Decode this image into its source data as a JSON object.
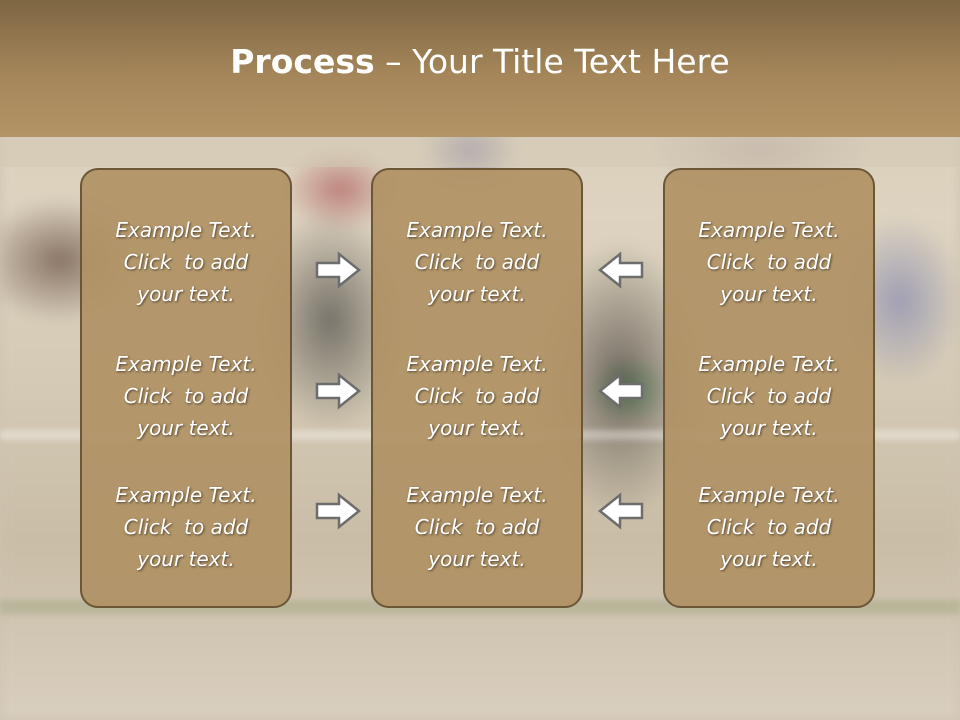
{
  "slide": {
    "title_bold": "Process",
    "title_rest": " – Your Title Text Here",
    "header_color": "#a5865a",
    "panel_color": "#b0915f"
  },
  "columns": [
    {
      "items": [
        {
          "line1": "Example Text.",
          "line2": "Click  to add",
          "line3": "your text."
        },
        {
          "line1": "Example Text.",
          "line2": "Click  to add",
          "line3": "your text."
        },
        {
          "line1": "Example Text.",
          "line2": "Click  to add",
          "line3": "your text."
        }
      ]
    },
    {
      "items": [
        {
          "line1": "Example Text.",
          "line2": "Click  to add",
          "line3": "your text."
        },
        {
          "line1": "Example Text.",
          "line2": "Click  to add",
          "line3": "your text."
        },
        {
          "line1": "Example Text.",
          "line2": "Click  to add",
          "line3": "your text."
        }
      ]
    },
    {
      "items": [
        {
          "line1": "Example Text.",
          "line2": "Click  to add",
          "line3": "your text."
        },
        {
          "line1": "Example Text.",
          "line2": "Click  to add",
          "line3": "your text."
        },
        {
          "line1": "Example Text.",
          "line2": "Click  to add",
          "line3": "your text."
        }
      ]
    }
  ],
  "arrows": {
    "left_group": "right-arrow-icon",
    "right_group": "left-arrow-icon"
  }
}
